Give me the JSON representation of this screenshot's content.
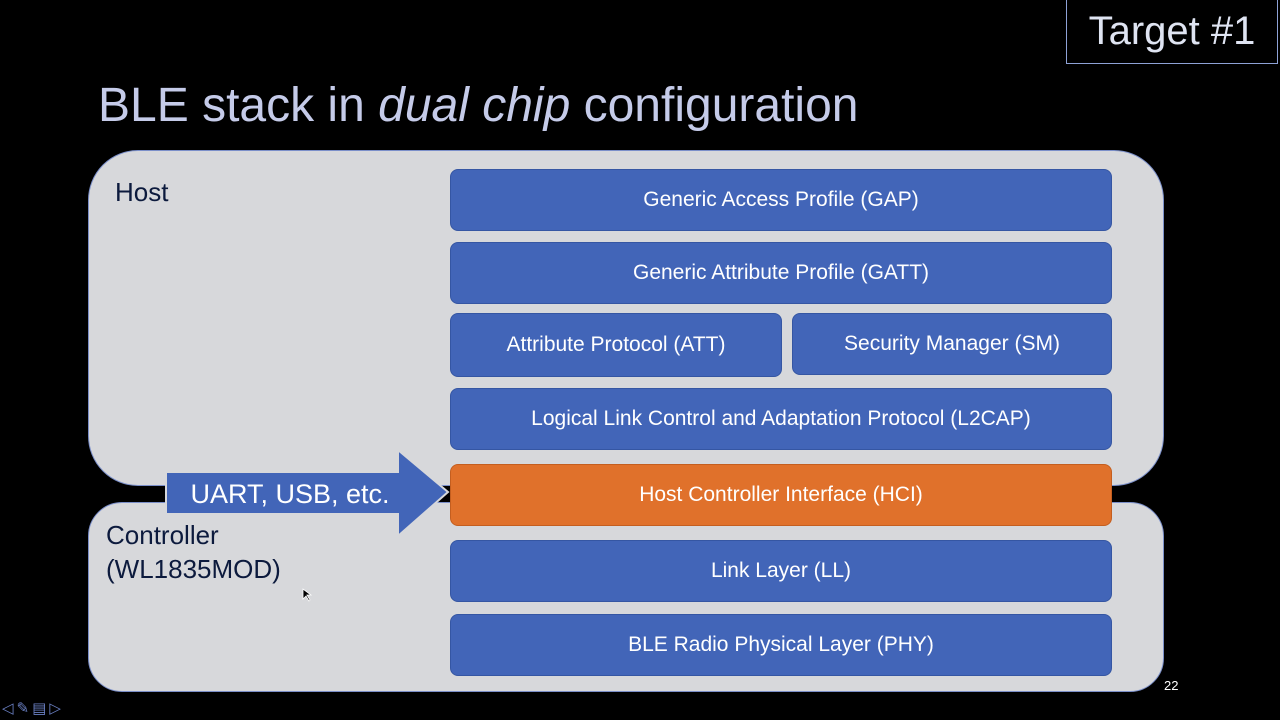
{
  "title": {
    "part1": "BLE stack in ",
    "emphasis": "dual chip",
    "part2": " configuration"
  },
  "badge": "Target #1",
  "host": {
    "label": "Host"
  },
  "controller": {
    "label_line1": "Controller",
    "label_line2": "(WL1835MOD)"
  },
  "arrow": {
    "label": "UART, USB, etc."
  },
  "layers": {
    "gap": "Generic Access Profile (GAP)",
    "gatt": "Generic Attribute Profile (GATT)",
    "att": "Attribute Protocol (ATT)",
    "sm": "Security Manager (SM)",
    "l2cap": "Logical Link Control and Adaptation Protocol (L2CAP)",
    "hci": "Host Controller Interface (HCI)",
    "ll": "Link Layer (LL)",
    "phy": "BLE Radio Physical Layer (PHY)"
  },
  "colors": {
    "layer_blue": "#4265b8",
    "hci_orange": "#e0712b",
    "panel_gray": "#d7d8db"
  },
  "page_number": "22",
  "nav_icons": [
    "back-icon",
    "pen-icon",
    "menu-icon",
    "forward-icon"
  ]
}
